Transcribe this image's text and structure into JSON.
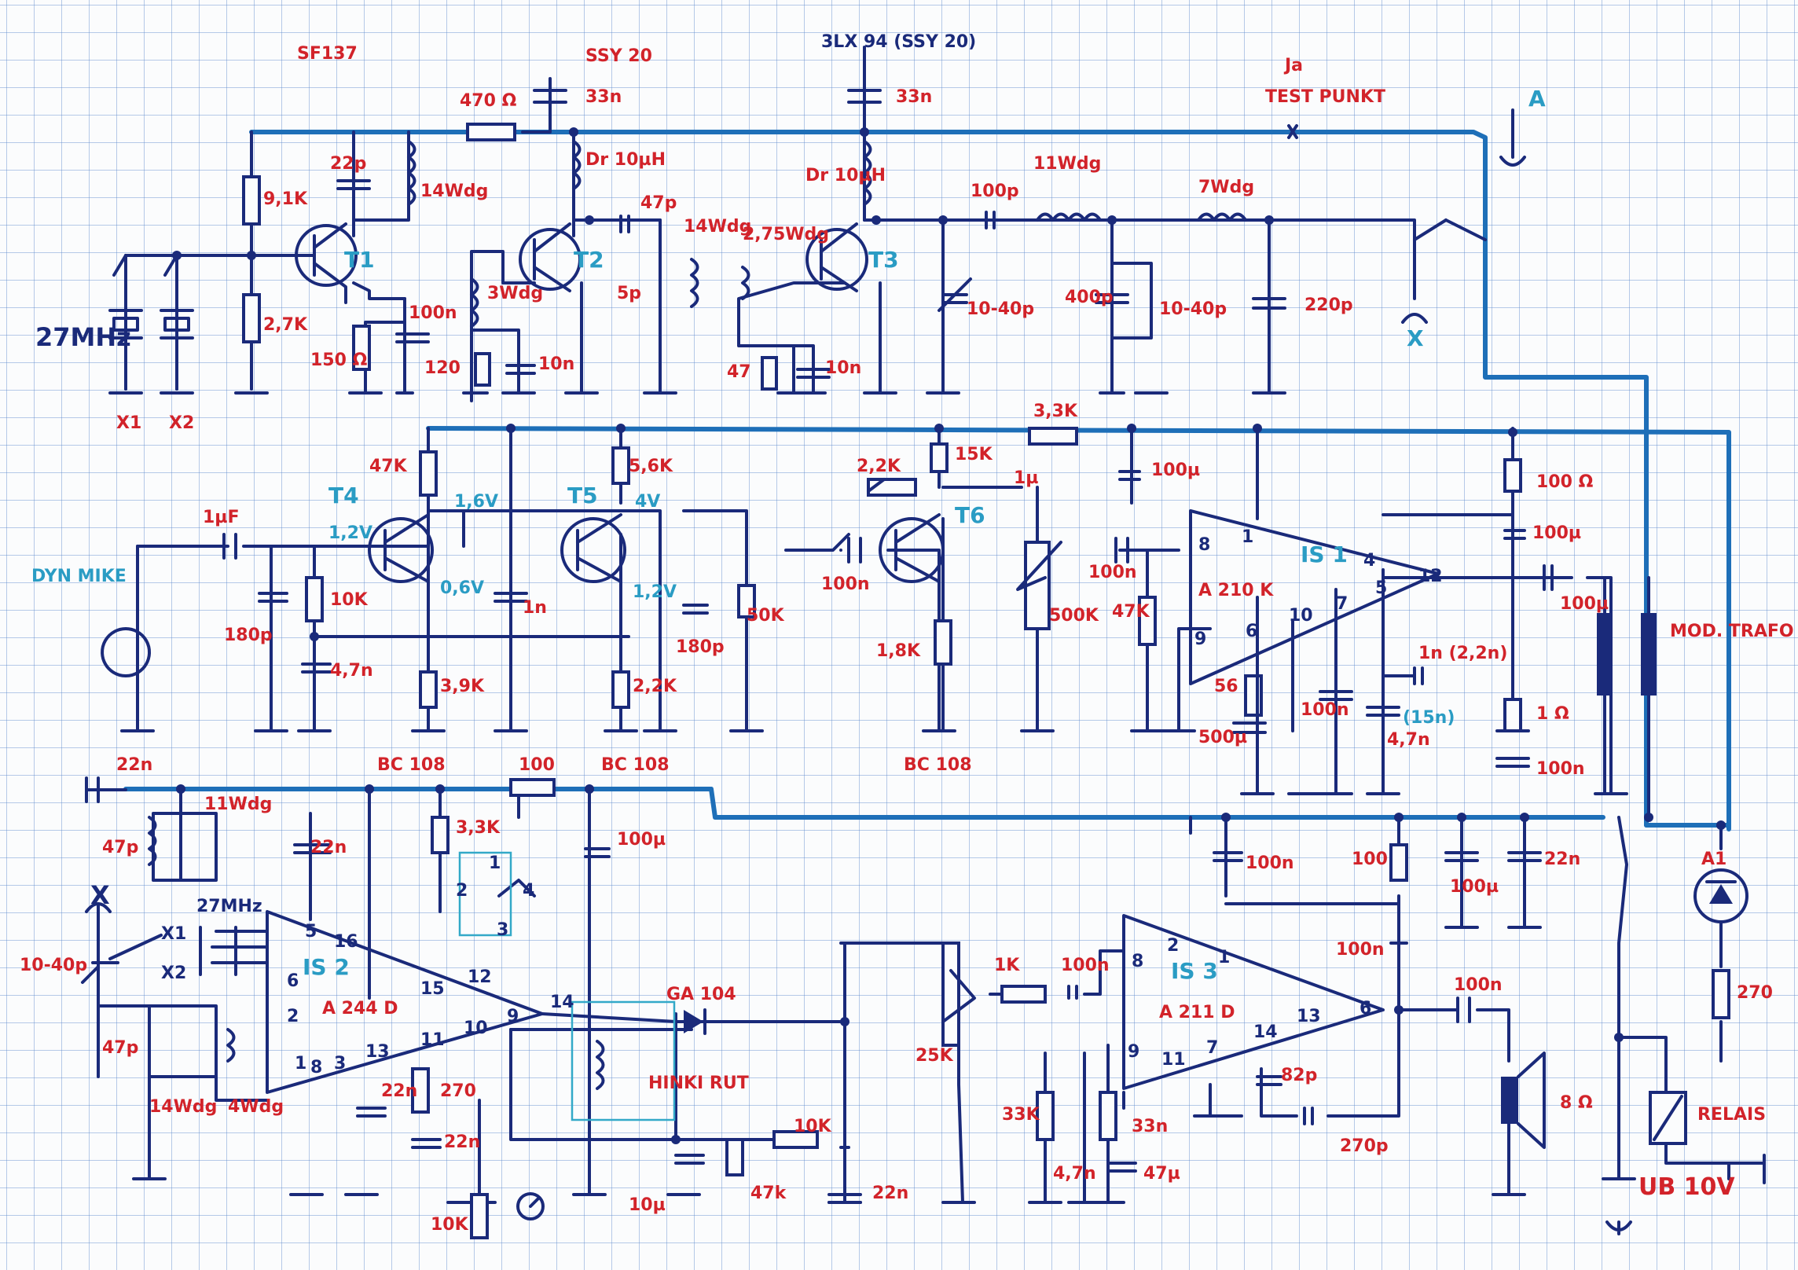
{
  "transistors": {
    "sf137": "SF137",
    "ssy20": "SSY 20",
    "bc108": "BC 108",
    "rf_t3": "3LX 94 (SSY 20)",
    "t1": "T1",
    "t2": "T2",
    "t3": "T3",
    "t4": "T4",
    "t5": "T5",
    "t6": "T6"
  },
  "ics": {
    "is1": "IS 1",
    "is1_type": "A 210 K",
    "is2": "IS 2",
    "is2_type": "A 244 D",
    "is3": "IS 3",
    "is3_type": "A 211 D"
  },
  "diodes": {
    "ga104": "GA 104",
    "a1": "A1"
  },
  "labels": {
    "crystal": "27MHz",
    "crystal_rx": "27MHz",
    "x1": "X1",
    "x2": "X2",
    "x_rx1": "X1",
    "x_rx2": "X2",
    "antenna": "A",
    "test_label": "TEST PUNKT",
    "test_symbol": "Ja",
    "x_out": "X",
    "x_in": "X",
    "mic": "DYN MIKE",
    "headset": "MOD. TRAFO",
    "relay": "RELAIS",
    "supply": "UB 10V",
    "hinki": "HINKI RUT",
    "t4_c": "1,6V",
    "t4_b": "1,2V",
    "t4_e": "0,6V",
    "t5_c": "4V",
    "t5_e": "1,2V"
  },
  "values": {
    "r_470": "470 Ω",
    "c_33n_1": "33n",
    "c_33n_2": "33n",
    "c_22p": "22p",
    "l_14wdg_1": "14Wdg",
    "r_91k": "9,1K",
    "r_27k": "2,7K",
    "r_150": "150 Ω",
    "c_100n_a": "100n",
    "r_120": "120",
    "l_10uh_1": "Dr 10µH",
    "c_47p_a": "47p",
    "c_5p": "5p",
    "l_3wdg": "3Wdg",
    "c_10n_a": "10n",
    "l_14wdg_2": "14Wdg",
    "l_2_75wdg": "2,75Wdg",
    "l_10uh_2": "Dr 10µH",
    "r_47_a": "47",
    "c_10n_b": "10n",
    "c_100p": "100p",
    "l_11wdg_a": "11Wdg",
    "l_7wdg": "7Wdg",
    "c_10_40p_a": "10-40p",
    "c_400p": "400p",
    "c_10_40p_b": "10-40p",
    "c_220p": "220p",
    "r_47k_t4": "47K",
    "r_56k": "5,6K",
    "r_22k_t6": "2,2K",
    "r_15k": "15K",
    "r_33k_top": "3,3K",
    "c_100u_top": "100µ",
    "c_1u_in": "1µF",
    "c_180p_a": "180p",
    "r_10k_a": "10K",
    "c_4_7n_a": "4,7n",
    "r_39k": "3,9K",
    "c_1n_a": "1n",
    "c_180p_b": "180p",
    "r_22k_t5": "2,2K",
    "pot_50k": "50K",
    "c_100n_b": "100n",
    "r_18k": "1,8K",
    "c_1u_b": "1µ",
    "pot_500k": "500K",
    "c_100n_c": "100n",
    "r_47k_is1": "47K",
    "r_56": "56",
    "c_500u": "500µ",
    "c_100n_d": "100n",
    "c_1n_is1": "1n (2,2n)",
    "c_4_7n_is1": "4,7n",
    "c_15n": "(15n)",
    "r_100_is1": "100 Ω",
    "c_100u_is1": "100µ",
    "c_100u_b": "100µ",
    "r_1": "1 Ω",
    "c_100n_e": "100n",
    "c_22n_a": "22n",
    "r_100_c": "100",
    "c_100u_c": "100µ",
    "l_11wdg_b": "11Wdg",
    "c_47p_b": "47p",
    "c_22n_b": "22n",
    "r_33k_b": "3,3K",
    "c_10_40p_c": "10-40p",
    "c_47p_c": "47p",
    "l_14wdg_3": "14Wdg",
    "l_4wdg": "4Wdg",
    "c_22n_c": "22n",
    "r_270_a": "270",
    "c_22n_d": "22n",
    "r_10k_b": "10K",
    "c_10u": "10µ",
    "r_47k_b": "47k",
    "r_10k_c": "10K",
    "c_22n_e": "22n",
    "r_1k": "1K",
    "c_100n_f": "100n",
    "pot_25k": "25K",
    "r_33k_c": "33K",
    "c_4_7n_b": "4,7n",
    "r_33n": "33n",
    "c_47u": "47µ",
    "c_82p": "82p",
    "c_270p": "270p",
    "c_100n_g": "100n",
    "r_100_d": "100",
    "c_100u_d": "100µ",
    "c_22n_f": "22n",
    "c_100n_h": "100n",
    "c_100n_i": "100n",
    "spk": "8 Ω",
    "r_270_b": "270"
  },
  "pins": {
    "p_is1_8": "8",
    "p_is1_1": "1",
    "p_is1_4": "4",
    "p_is1_12": "12",
    "p_is1_7": "7",
    "p_is1_5": "5",
    "p_is1_6": "6",
    "p_is1_10": "10",
    "p_is1_9": "9",
    "p_is2_5": "5",
    "p_is2_16": "16",
    "p_is2_6": "6",
    "p_is2_2": "2",
    "p_is2_1": "1",
    "p_is2_8": "8",
    "p_is2_3": "3",
    "p_is2_13": "13",
    "p_is2_11": "11",
    "p_is2_10": "10",
    "p_is2_9": "9",
    "p_is2_14": "14",
    "p_is2_15": "15",
    "p_is2_12": "12",
    "p_is3_8": "8",
    "p_is3_2": "2",
    "p_is3_1": "1",
    "p_is3_9": "9",
    "p_is3_11": "11",
    "p_is3_7": "7",
    "p_is3_14": "14",
    "p_is3_13": "13",
    "p_is3_6": "6",
    "p_m1": "1",
    "p_m2": "2",
    "p_m3": "3",
    "p_m4": "4"
  },
  "colors": {
    "ink": "#1a2a7a",
    "supply_rail": "#1e6fb8",
    "value_text": "#d2232a",
    "annotation": "#2a9cc4",
    "grid": "#5f8ccd"
  }
}
